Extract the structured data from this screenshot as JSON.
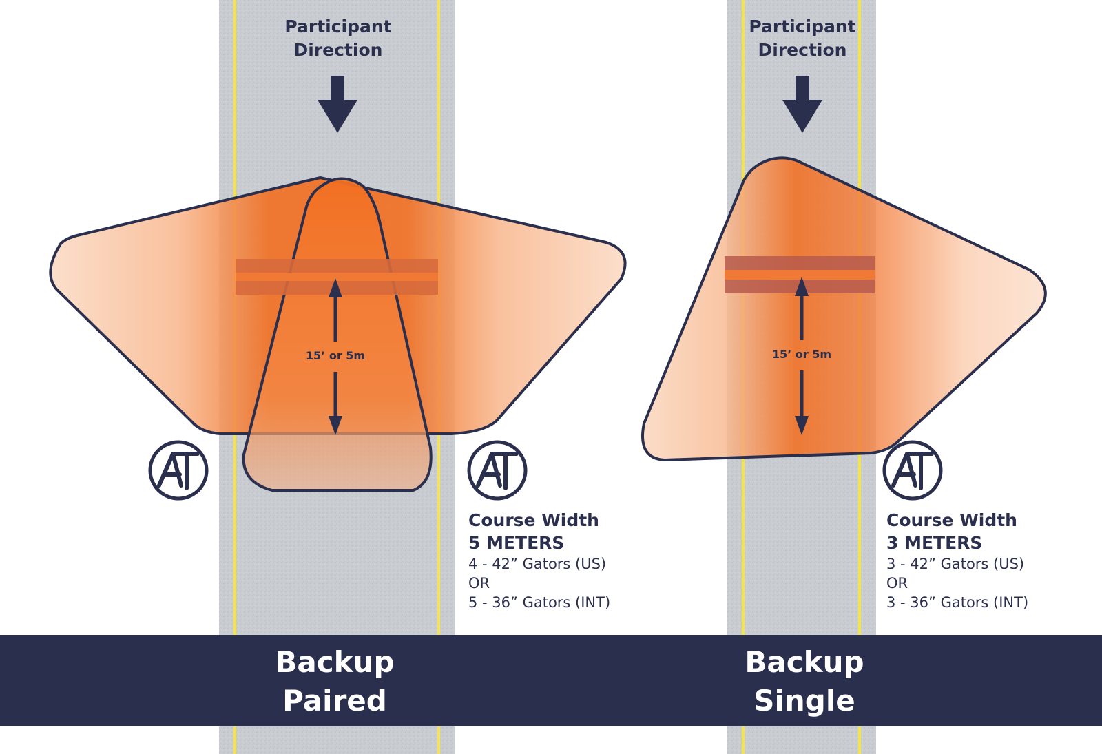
{
  "panels": [
    {
      "id": "paired",
      "direction_label": [
        "Participant",
        "Direction"
      ],
      "distance_label": "15’ or 5m",
      "course_width_title": "Course Width",
      "course_width_value": "5 METERS",
      "gators": [
        "4 - 42” Gators (US)",
        "OR",
        "5 - 36” Gators (INT)"
      ],
      "banner": [
        "Backup",
        "Paired"
      ]
    },
    {
      "id": "single",
      "direction_label": [
        "Participant",
        "Direction"
      ],
      "distance_label": "15’ or 5m",
      "course_width_title": "Course Width",
      "course_width_value": "3 METERS",
      "gators": [
        "3 - 42” Gators (US)",
        "OR",
        "3 - 36” Gators (INT)"
      ],
      "banner": [
        "Backup",
        "Single"
      ]
    }
  ],
  "logo_icon": "at-logo-icon",
  "colors": {
    "navy": "#2b2f4e",
    "road": "#c9ccd1",
    "lane_line": "#f4e44a",
    "orange": "#f26f21",
    "orange_light": "#fbd9c2"
  }
}
